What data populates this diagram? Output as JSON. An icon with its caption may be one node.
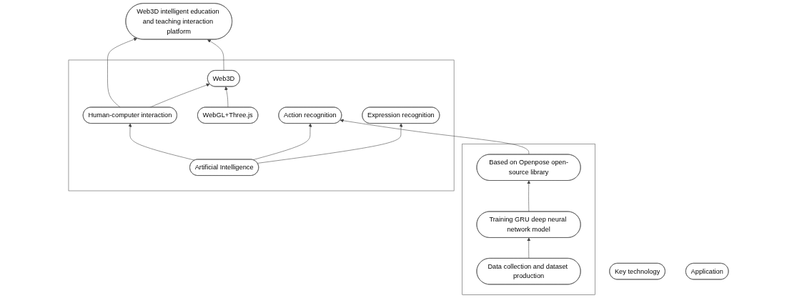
{
  "diagram": {
    "nodes": [
      {
        "text": [
          "Application"
        ]
      },
      {
        "text": [
          "Web3D intelligent education and teaching interaction platform"
        ]
      },
      {
        "text": [
          "Key technology"
        ]
      },
      {
        "text": [],
        "shape": "box"
      },
      {
        "text": [
          "Web3D"
        ],
        "in": 3
      },
      {
        "text": [
          "Human-computer interaction"
        ],
        "in": 3
      },
      {
        "text": [
          "WebGL+Three.js"
        ],
        "in": 3
      },
      {
        "text": [
          "Artificial Intelligence"
        ],
        "in": 3
      },
      {
        "text": [
          "Action recognition"
        ],
        "in": 3
      },
      {
        "text": [
          "Expression recognition"
        ],
        "in": 3
      },
      {
        "text": [],
        "shape": "box"
      },
      {
        "text": [
          "Based on Openpose open-source library"
        ],
        "in": 10
      },
      {
        "text": [
          "Training GRU deep neural network model"
        ],
        "in": 10
      },
      {
        "text": [
          "Data collection and dataset production"
        ],
        "in": 10
      }
    ],
    "edges": [
      {
        "from": 4,
        "to": 1,
        "arrow": "to"
      },
      {
        "from": 5,
        "to": 1,
        "arrow": "to"
      },
      {
        "from": 5,
        "to": 4,
        "arrow": "to"
      },
      {
        "from": 6,
        "to": 4,
        "arrow": "to"
      },
      {
        "from": 7,
        "to": 5,
        "arrow": "to"
      },
      {
        "from": 7,
        "to": 8,
        "arrow": "to"
      },
      {
        "from": 7,
        "to": 9,
        "arrow": "to"
      },
      {
        "from": 11,
        "to": 8,
        "arrow": "to"
      },
      {
        "from": 13,
        "to": 12,
        "arrow": "to"
      },
      {
        "from": 12,
        "to": 11,
        "arrow": "to"
      }
    ]
  }
}
